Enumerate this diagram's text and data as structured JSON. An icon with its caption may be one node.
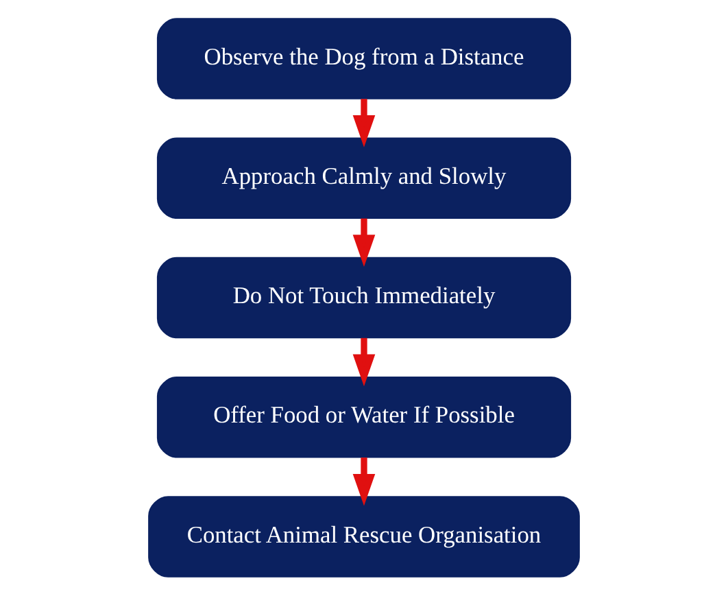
{
  "diagram": {
    "nodes": [
      {
        "text": [
          "Observe the Dog from a Distance"
        ]
      },
      {
        "text": [
          "Approach Calmly and Slowly"
        ]
      },
      {
        "text": [
          "Do Not Touch Immediately"
        ]
      },
      {
        "text": [
          "Offer Food or Water If Possible"
        ]
      },
      {
        "text": [
          "Contact Animal Rescue Organisation"
        ]
      }
    ],
    "edges": [
      {
        "from": 0,
        "to": 1,
        "arrow": "to"
      },
      {
        "from": 1,
        "to": 2,
        "arrow": "to"
      },
      {
        "from": 2,
        "to": 3,
        "arrow": "to"
      },
      {
        "from": 3,
        "to": 4,
        "arrow": "to"
      }
    ]
  }
}
